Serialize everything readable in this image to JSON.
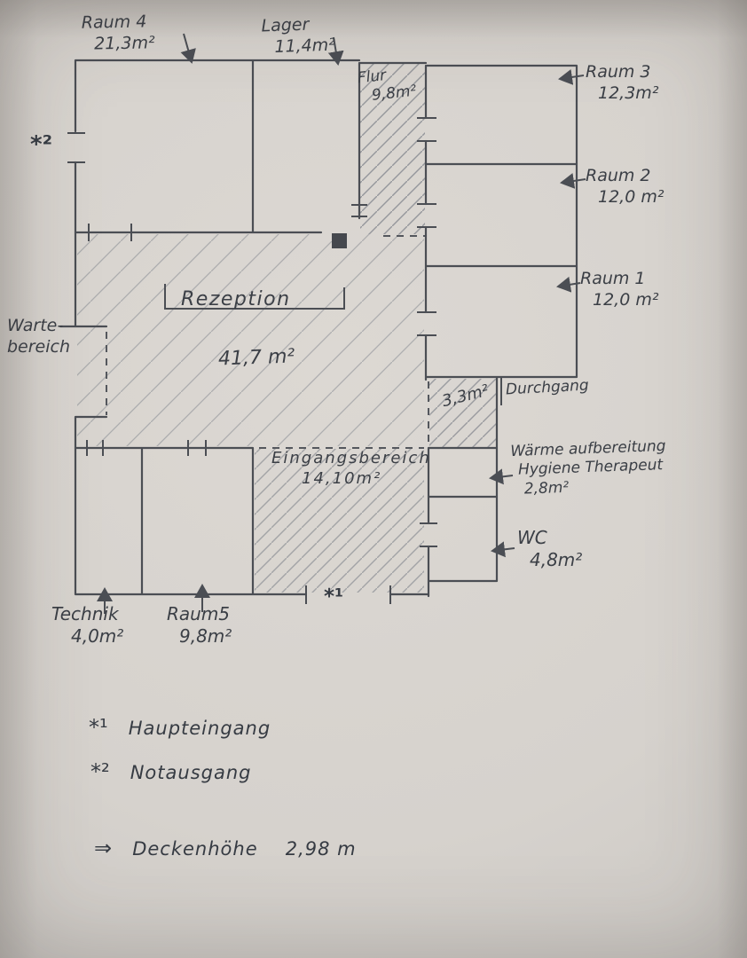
{
  "rooms": {
    "raum4": {
      "name": "Raum 4",
      "area": "21,3m²"
    },
    "lager": {
      "name": "Lager",
      "area": "11,4m²"
    },
    "flur": {
      "name": "Flur",
      "area": "9,8m²"
    },
    "raum3": {
      "name": "Raum 3",
      "area": "12,3m²"
    },
    "raum2": {
      "name": "Raum 2",
      "area": "12,0 m²"
    },
    "raum1": {
      "name": "Raum 1",
      "area": "12,0 m²"
    },
    "rezeption": {
      "name": "Rezeption",
      "area": "41,7 m²"
    },
    "wartebereich": {
      "line1": "Warte-",
      "line2": "bereich"
    },
    "durchgang": {
      "area": "3,3m²",
      "name": "Durchgang"
    },
    "eingangsbereich": {
      "name": "Eingangsbereich",
      "area": "14,10m²"
    },
    "waermeaufbereitung": {
      "line1": "Wärme aufbereitung",
      "line2": "Hygiene Therapeut",
      "area": "2,8m²"
    },
    "wc": {
      "name": "WC",
      "area": "4,8m²"
    },
    "technik": {
      "name": "Technik",
      "area": "4,0m²"
    },
    "raum5": {
      "name": "Raum5",
      "area": "9,8m²"
    }
  },
  "markers": {
    "haupteingang": "*¹",
    "notausgang": "*²"
  },
  "legend": {
    "entries": [
      {
        "symbol": "*¹",
        "text": "Haupteingang"
      },
      {
        "symbol": "*²",
        "text": "Notausgang"
      },
      {
        "symbol": "⇒",
        "text": "Deckenhöhe",
        "value": "2,98 m"
      }
    ]
  }
}
